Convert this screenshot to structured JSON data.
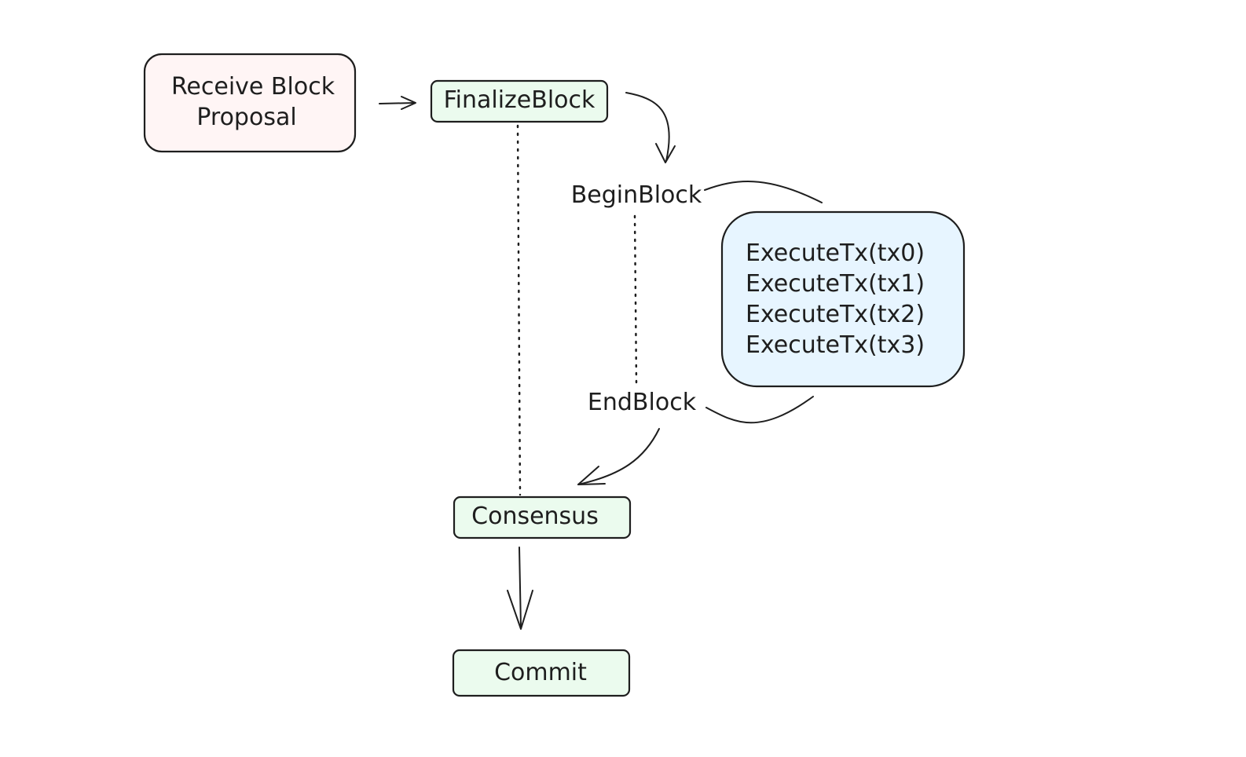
{
  "nodes": {
    "receive_block_proposal": {
      "line1": "Receive Block",
      "line2": "Proposal",
      "fill": "#fff5f5"
    },
    "finalize_block": {
      "label": "FinalizeBlock",
      "fill": "#ebfbee"
    },
    "begin_block": {
      "label": "BeginBlock"
    },
    "end_block": {
      "label": "EndBlock"
    },
    "execute_tx_group": {
      "fill": "#e7f5ff",
      "items": [
        "ExecuteTx(tx0)",
        "ExecuteTx(tx1)",
        "ExecuteTx(tx2)",
        "ExecuteTx(tx3)"
      ]
    },
    "consensus": {
      "label": "Consensus",
      "fill": "#ebfbee"
    },
    "commit": {
      "label": "Commit",
      "fill": "#ebfbee"
    }
  },
  "colors": {
    "stroke": "#1e1e1e",
    "background": "#ffffff"
  }
}
